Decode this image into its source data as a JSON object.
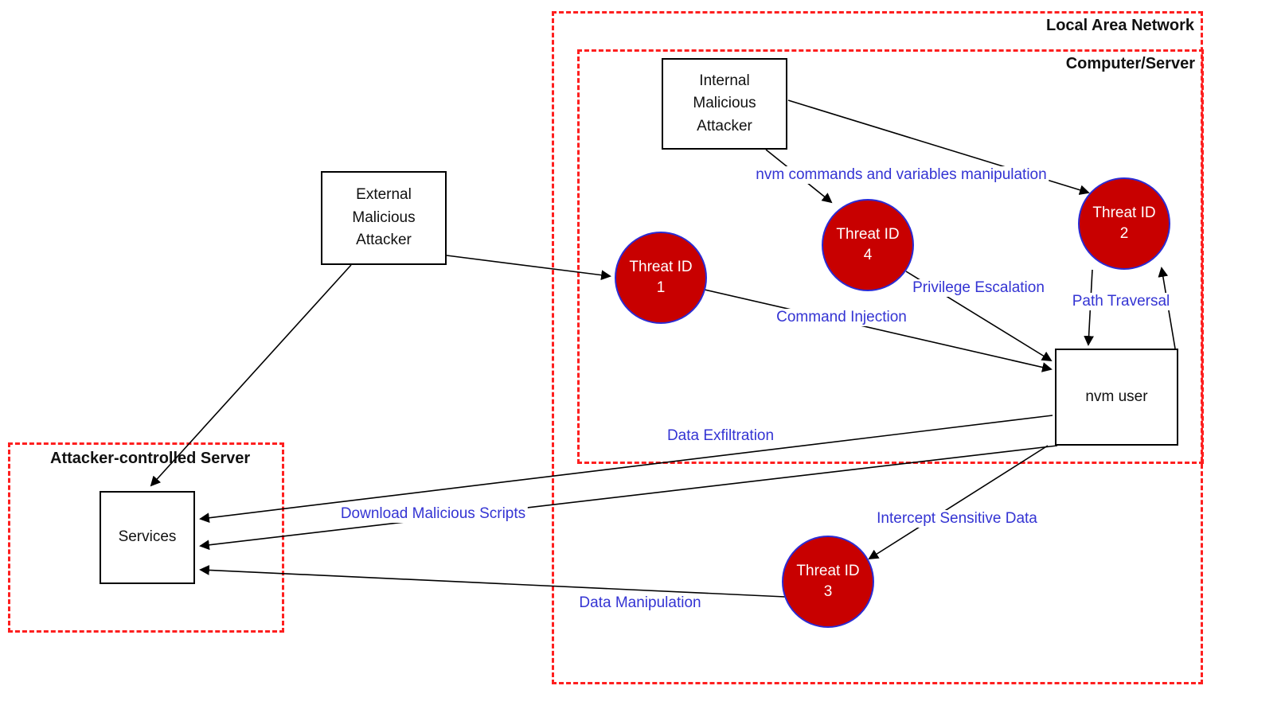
{
  "boundaries": {
    "lan": "Local Area Network",
    "computer_server": "Computer/Server",
    "attacker_server": "Attacker-controlled Server"
  },
  "nodes": {
    "internal_attacker": "Internal\nMalicious\nAttacker",
    "external_attacker": "External\nMalicious\nAttacker",
    "nvm_user": "nvm user",
    "services": "Services"
  },
  "threats": {
    "t1": "Threat ID\n1",
    "t2": "Threat ID\n2",
    "t3": "Threat ID\n3",
    "t4": "Threat ID\n4"
  },
  "flows": {
    "nvm_commands": "nvm commands and variables manipulation",
    "privilege_escalation": "Privilege Escalation",
    "path_traversal": "Path Traversal",
    "command_injection": "Command Injection",
    "data_exfiltration": "Data Exfiltration",
    "download_scripts": "Download Malicious Scripts",
    "intercept_data": "Intercept Sensitive Data",
    "data_manipulation": "Data Manipulation"
  },
  "colors": {
    "boundary_red": "#fe1f1f",
    "threat_fill": "#c80000",
    "threat_border": "#2b2bd4",
    "flow_label_blue": "#3434d3",
    "node_border": "#000000",
    "arrow": "#000000"
  }
}
